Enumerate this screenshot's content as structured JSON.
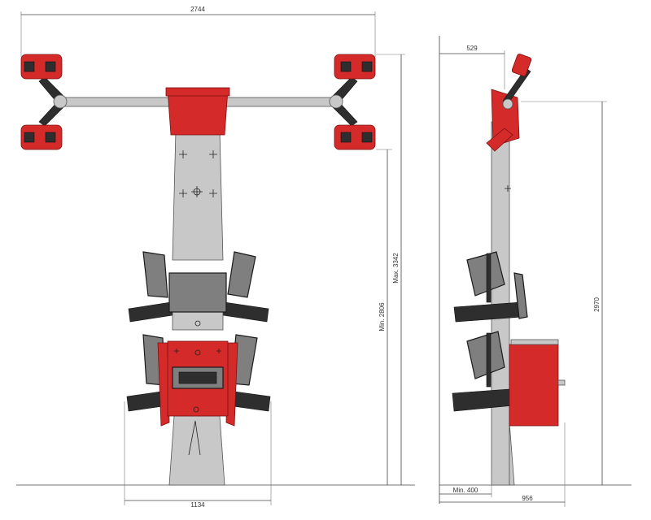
{
  "dimensions": {
    "overall_width": "2744",
    "base_width": "1134",
    "min_height": "Min. 2806",
    "max_height": "Max. 3342",
    "reach": "529",
    "side_height": "2970",
    "min_depth": "Min. 400",
    "depth": "956"
  },
  "colors": {
    "frame": "#c8c8c8",
    "accent": "#d42a2a",
    "dark": "#2e2e2e"
  }
}
